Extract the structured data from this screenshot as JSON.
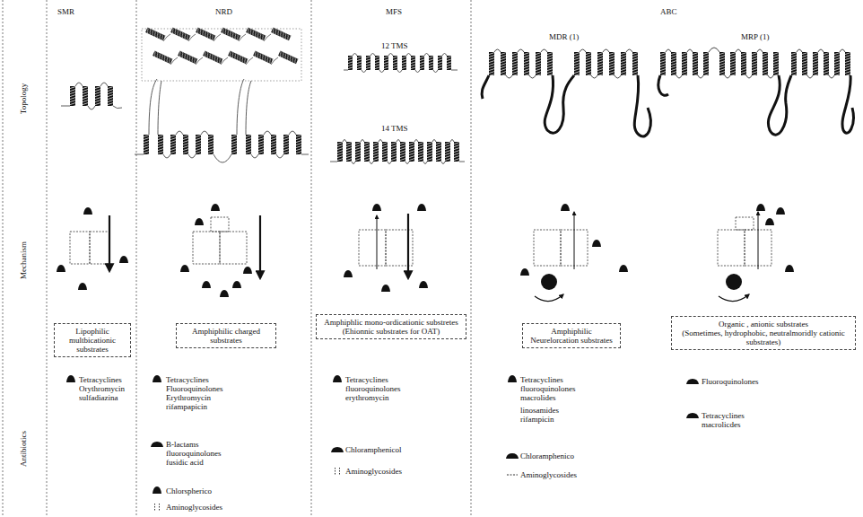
{
  "diagram": {
    "nodes": [
      {
        "text": [
          "Lipophilic multbicationic substrates"
        ]
      },
      {
        "text": [
          "Amphiphilic charged substrates"
        ]
      },
      {
        "text": [
          "Amphiphlic mono-ordicationic substretes",
          "(Ehionnic substrates for OAT)"
        ]
      },
      {
        "text": [
          "Amphiphilic Neurelorcation substrates"
        ]
      },
      {
        "text": [
          "Organic , anionic substrates",
          "(Sometimes, hydrophobic, neutralmoridly cationic substrates)"
        ]
      }
    ],
    "labels": [
      "SMR",
      "NRD",
      "MFS",
      "ABC",
      "MDR (1)",
      "MRP (1)",
      "Topology",
      "12 TMS",
      "14 TMS",
      "Mechanism",
      "Antibiotics",
      "Tetracyclines",
      "Orythromycin",
      "sulfadiazina",
      "Tetracyclines",
      "Fluoroquinolones",
      "Erythromycin",
      "rifampapicin",
      "B-lactams",
      "fluoroquinolones",
      "fusidic acid",
      "Chlorspherico",
      "Aminoglycosides",
      "Tetracyclines",
      "fluoroquinolones",
      "erythromycin",
      "Chloramphenicol",
      "Aminoglycosides",
      "Tetracyclines",
      "fluoroquinolones",
      "macrolides",
      "linosamides",
      "rifampicin",
      "Chloramphenico",
      "Aminoglycosides",
      "Fluoroquinolones",
      "Tetracyclines",
      "macrolicdes"
    ]
  }
}
